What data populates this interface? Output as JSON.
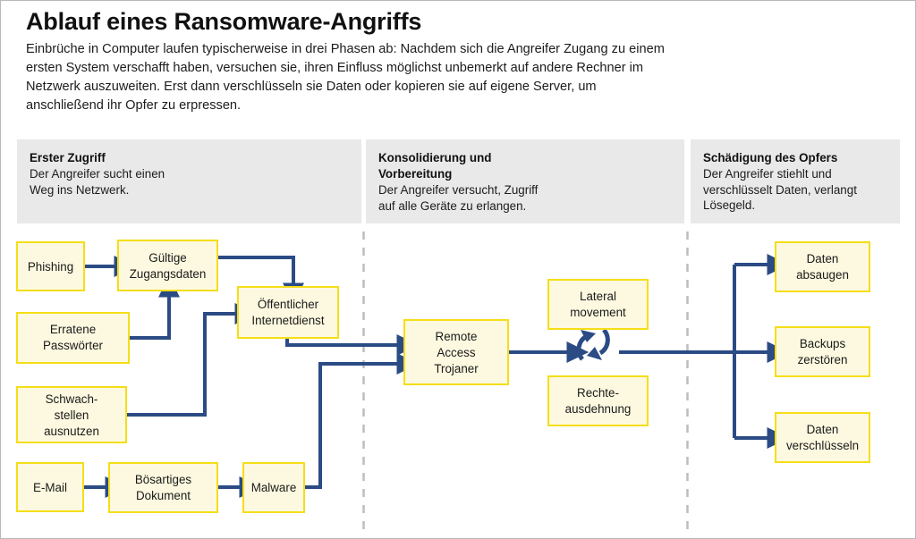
{
  "header": {
    "title": "Ablauf eines Ransomware-Angriffs",
    "intro": "Einbrüche in Computer laufen typischerweise in drei Phasen ab: Nachdem sich die Angreifer Zugang zu einem ersten System verschafft haben, versuchen sie, ihren Einfluss möglichst unbemerkt auf andere Rechner im Netzwerk auszuweiten. Erst dann verschlüsseln sie Daten oder kopieren sie auf eigene Server, um anschließend ihr Opfer zu erpressen."
  },
  "phases": [
    {
      "title": "Erster Zugriff",
      "line1": "Der Angreifer sucht einen",
      "line2": "Weg ins Netzwerk.",
      "line3": ""
    },
    {
      "title": "Konsolidierung und",
      "title2": "Vorbereitung",
      "line1": "Der Angreifer versucht, Zugriff",
      "line2": "auf alle Geräte zu erlangen.",
      "line3": ""
    },
    {
      "title": "Schädigung des Opfers",
      "line1": "Der Angreifer stiehlt und",
      "line2": "verschlüsselt Daten, verlangt",
      "line3": "Lösegeld."
    }
  ],
  "nodes": {
    "phishing": {
      "line1": "Phishing",
      "line2": "",
      "line3": ""
    },
    "gueltige": {
      "line1": "Gültige",
      "line2": "Zugangsdaten",
      "line3": ""
    },
    "erratene": {
      "line1": "Erratene",
      "line2": "Passwörter",
      "line3": ""
    },
    "oeffentlicher": {
      "line1": "Öffentlicher",
      "line2": "Internetdienst",
      "line3": ""
    },
    "schwachstellen": {
      "line1": "Schwach-",
      "line2": "stellen",
      "line3": "ausnutzen"
    },
    "email": {
      "line1": "E-Mail",
      "line2": "",
      "line3": ""
    },
    "boesartiges": {
      "line1": "Bösartiges",
      "line2": "Dokument",
      "line3": ""
    },
    "malware": {
      "line1": "Malware",
      "line2": "",
      "line3": ""
    },
    "rat": {
      "line1": "Remote",
      "line2": "Access",
      "line3": "Trojaner"
    },
    "lateral": {
      "line1": "Lateral",
      "line2": "movement",
      "line3": ""
    },
    "rechte": {
      "line1": "Rechte-",
      "line2": "ausdehnung",
      "line3": ""
    },
    "absaugen": {
      "line1": "Daten",
      "line2": "absaugen",
      "line3": ""
    },
    "backups": {
      "line1": "Backups",
      "line2": "zerstören",
      "line3": ""
    },
    "verschluesseln": {
      "line1": "Daten",
      "line2": "verschlüsseln",
      "line3": ""
    }
  },
  "icons": {
    "cycle": "cycle-arrows-icon"
  },
  "colors": {
    "node_fill": "#fdf9e0",
    "node_border": "#f5de17",
    "connector": "#2b4b85",
    "band_bg": "#e9e9e9",
    "divider": "#bdbdbd",
    "text": "#1a1a1a"
  }
}
